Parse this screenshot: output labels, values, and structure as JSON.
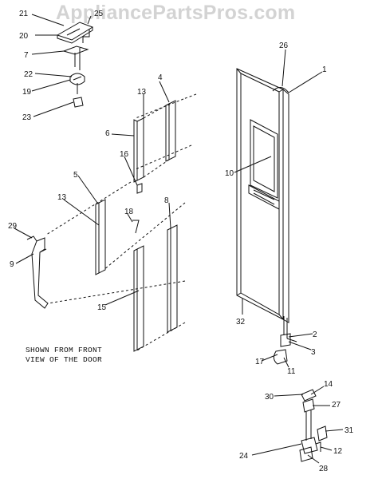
{
  "watermark": "AppliancePartsPros.com",
  "caption": {
    "line1": "SHOWN FROM FRONT",
    "line2": "VIEW OF THE DOOR"
  },
  "callouts": [
    "21",
    "25",
    "20",
    "7",
    "22",
    "19",
    "23",
    "26",
    "1",
    "13",
    "4",
    "6",
    "16",
    "10",
    "5",
    "13",
    "18",
    "8",
    "29",
    "9",
    "15",
    "32",
    "2",
    "3",
    "17",
    "11",
    "14",
    "30",
    "27",
    "31",
    "12",
    "24",
    "28"
  ],
  "colors": {
    "line": "#111111",
    "watermark": "#d3d3d3",
    "background": "#ffffff"
  }
}
